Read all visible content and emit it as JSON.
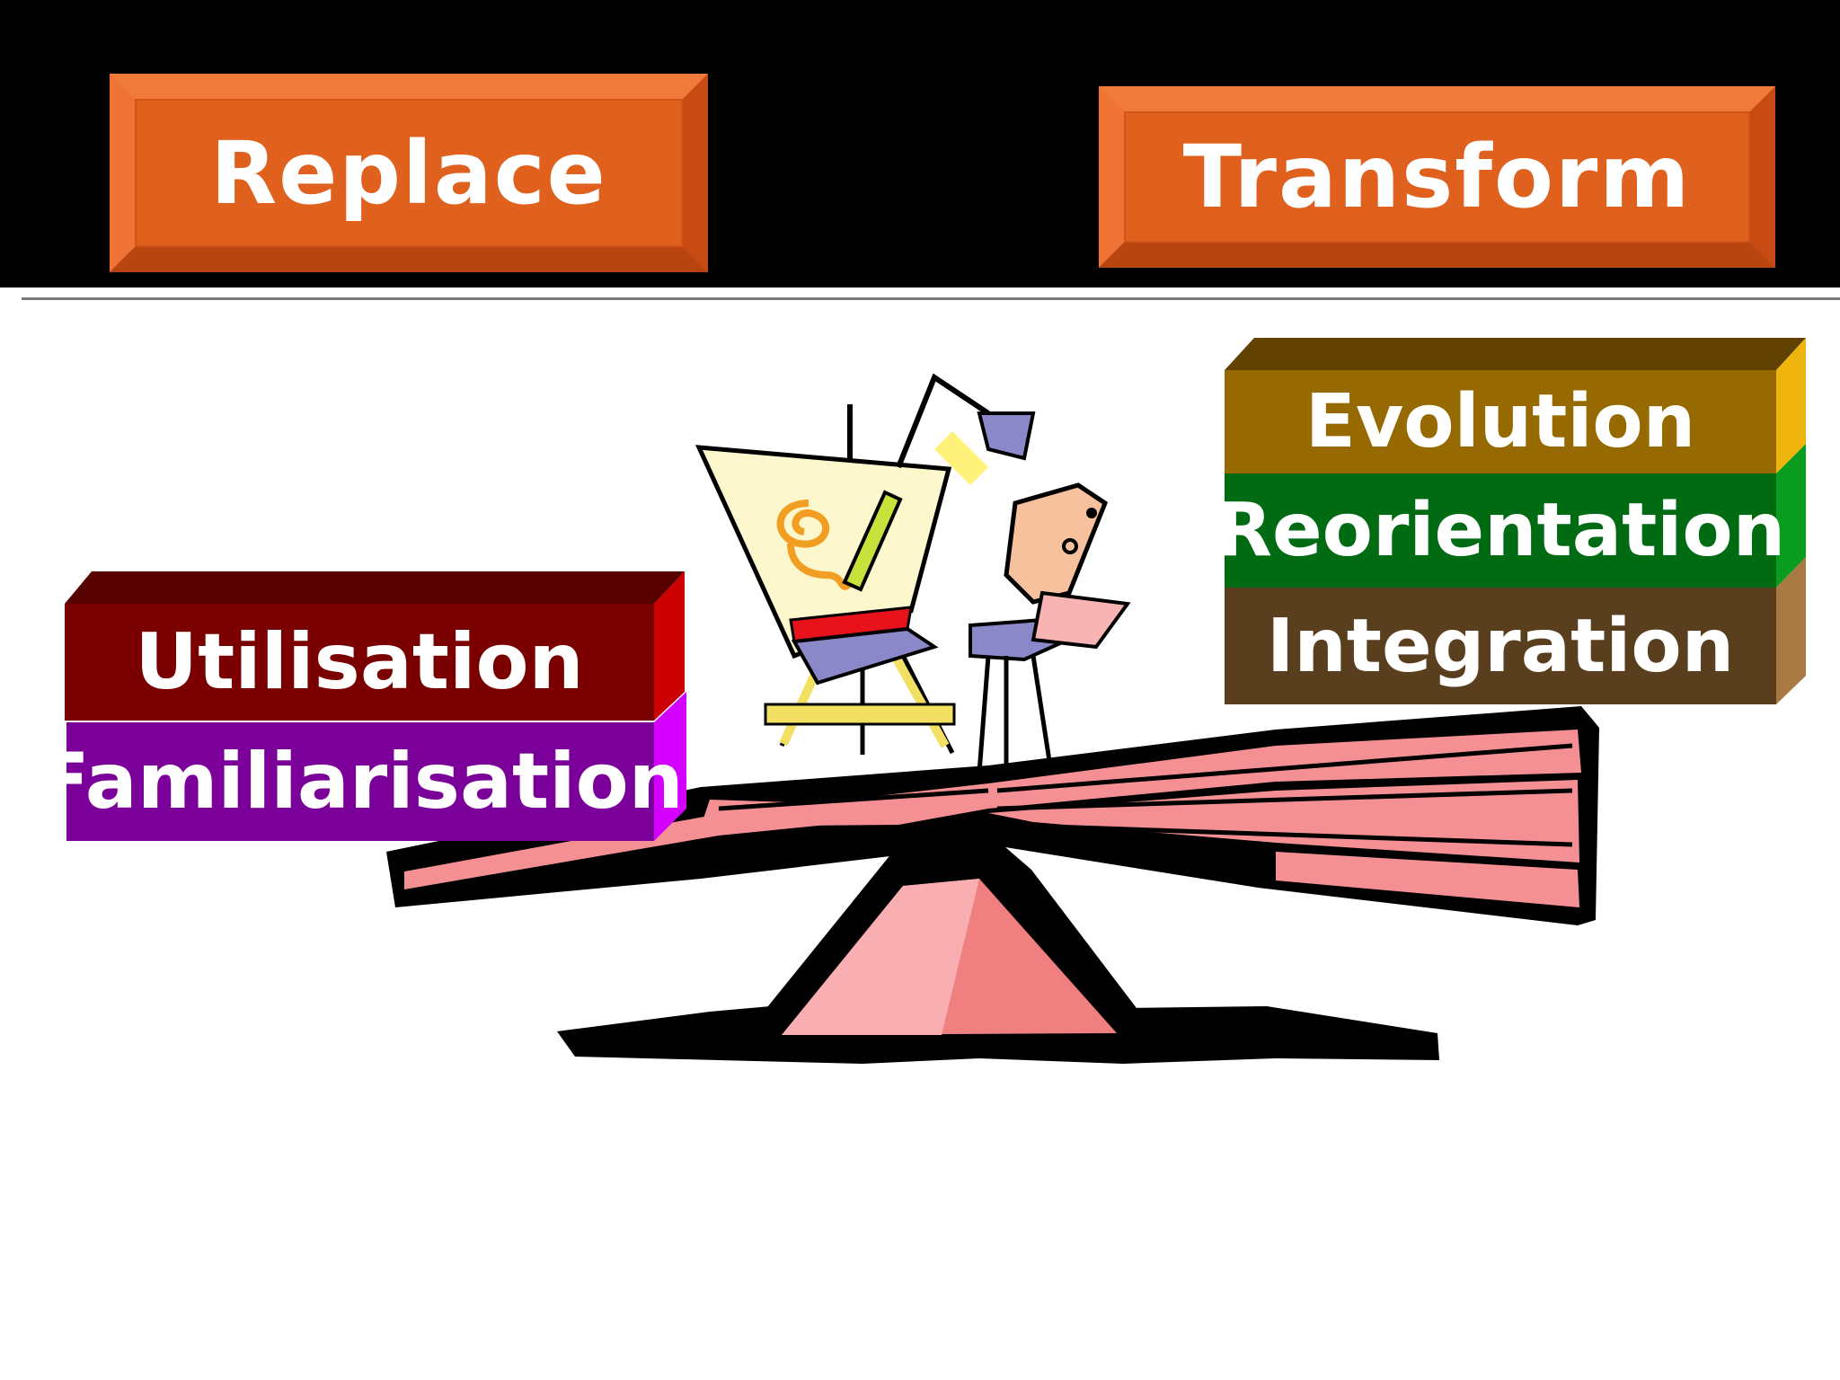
{
  "header": {
    "left_button_label": "Replace",
    "right_button_label": "Transform",
    "accent_color": "#e0601e",
    "background_color": "#000000"
  },
  "left_stack": {
    "items": [
      {
        "label": "Utilisation",
        "color": "#7a0000"
      },
      {
        "label": "Familiarisation",
        "color": "#7b0099"
      }
    ]
  },
  "right_stack": {
    "items": [
      {
        "label": "Evolution",
        "color": "#966a00"
      },
      {
        "label": "Reorientation",
        "color": "#006b13"
      },
      {
        "label": "Integration",
        "color": "#5a3f1f"
      }
    ]
  },
  "illustration": {
    "name": "seesaw-with-artist-clipart",
    "beam_color": "#f08a8a",
    "fulcrum_color": "#f07f80"
  }
}
